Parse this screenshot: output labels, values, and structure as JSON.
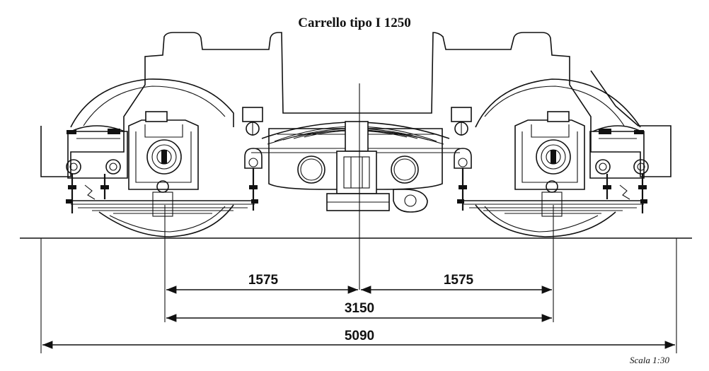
{
  "title": "Carrello tipo I 1250",
  "scale": "Scala 1:30",
  "dimensions": {
    "half_left": "1575",
    "half_right": "1575",
    "wheelbase": "3150",
    "overall": "5090"
  },
  "colors": {
    "ink": "#111111",
    "paper": "#ffffff"
  }
}
